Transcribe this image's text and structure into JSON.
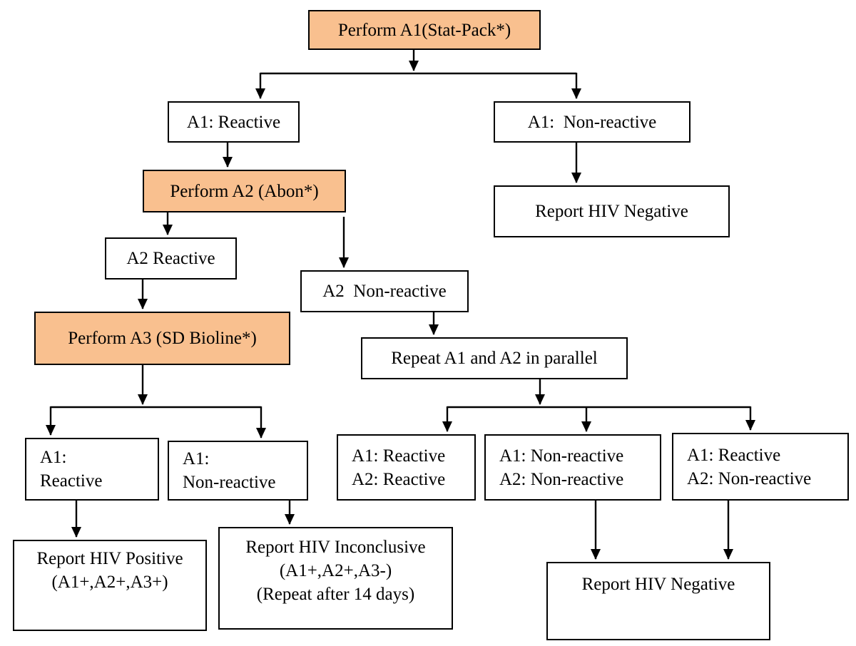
{
  "figure_type": "flowchart",
  "colors": {
    "highlight": "#f9c08f",
    "border": "#000000",
    "background": "#ffffff"
  },
  "nodes": {
    "perform_a1": {
      "label": "Perform A1(Stat-Pack*)",
      "highlighted": true
    },
    "a1_reactive": {
      "label": "A1: Reactive",
      "highlighted": false
    },
    "a1_nonreactive": {
      "label": "A1:  Non-reactive",
      "highlighted": false
    },
    "report_hiv_negative_top": {
      "label": "Report HIV Negative",
      "highlighted": false
    },
    "perform_a2": {
      "label": "Perform A2 (Abon*)",
      "highlighted": true
    },
    "a2_reactive": {
      "label": "A2 Reactive",
      "highlighted": false
    },
    "a2_nonreactive": {
      "label": "A2  Non-reactive",
      "highlighted": false
    },
    "perform_a3": {
      "label": "Perform A3 (SD Bioline*)",
      "highlighted": true
    },
    "repeat_parallel": {
      "label": "Repeat A1 and A2 in parallel",
      "highlighted": false
    },
    "a3_branch_a1_reactive": {
      "label": "A1:\nReactive",
      "highlighted": false
    },
    "a3_branch_a1_nonreactive": {
      "label": "A1:\nNon-reactive",
      "highlighted": false
    },
    "parallel_both_reactive": {
      "label": "A1: Reactive\nA2: Reactive",
      "highlighted": false
    },
    "parallel_both_nonreactive": {
      "label": "A1: Non-reactive\nA2: Non-reactive",
      "highlighted": false
    },
    "parallel_discordant": {
      "label": "A1: Reactive\nA2: Non-reactive",
      "highlighted": false
    },
    "report_hiv_positive": {
      "label": "Report HIV Positive\n(A1+,A2+,A3+)",
      "highlighted": false
    },
    "report_hiv_inconclusive": {
      "label": "Report HIV Inconclusive\n(A1+,A2+,A3-)\n(Repeat after 14 days)",
      "highlighted": false
    },
    "report_hiv_negative_bottom": {
      "label": "Report HIV Negative",
      "highlighted": false
    }
  },
  "edges": [
    {
      "from": "perform_a1",
      "to": "a1_reactive"
    },
    {
      "from": "perform_a1",
      "to": "a1_nonreactive"
    },
    {
      "from": "a1_reactive",
      "to": "perform_a2"
    },
    {
      "from": "a1_nonreactive",
      "to": "report_hiv_negative_top"
    },
    {
      "from": "perform_a2",
      "to": "a2_reactive"
    },
    {
      "from": "perform_a2",
      "to": "a2_nonreactive"
    },
    {
      "from": "a2_reactive",
      "to": "perform_a3"
    },
    {
      "from": "a2_nonreactive",
      "to": "repeat_parallel"
    },
    {
      "from": "perform_a3",
      "to": "a3_branch_a1_reactive"
    },
    {
      "from": "perform_a3",
      "to": "a3_branch_a1_nonreactive"
    },
    {
      "from": "repeat_parallel",
      "to": "parallel_both_reactive"
    },
    {
      "from": "repeat_parallel",
      "to": "parallel_both_nonreactive"
    },
    {
      "from": "repeat_parallel",
      "to": "parallel_discordant"
    },
    {
      "from": "a3_branch_a1_reactive",
      "to": "report_hiv_positive"
    },
    {
      "from": "a3_branch_a1_nonreactive",
      "to": "report_hiv_inconclusive"
    },
    {
      "from": "parallel_both_nonreactive",
      "to": "report_hiv_negative_bottom"
    },
    {
      "from": "parallel_discordant",
      "to": "report_hiv_negative_bottom"
    }
  ]
}
